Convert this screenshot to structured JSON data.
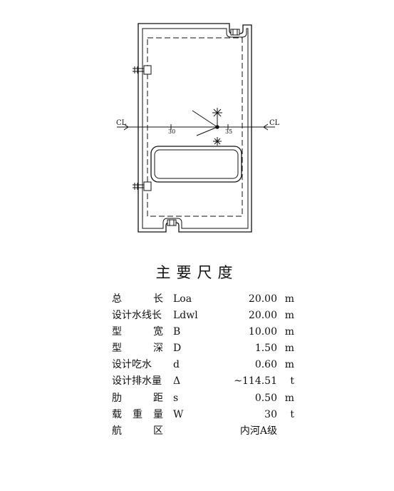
{
  "plan": {
    "cl_left": "CL",
    "cl_right": "CL",
    "station_left": "30",
    "station_right": "35"
  },
  "heading": "主要尺度",
  "specs": [
    {
      "label": "总　长",
      "symbol": "Loa",
      "value": "20.00",
      "unit": "m"
    },
    {
      "label": "设计水线长",
      "symbol": "Ldwl",
      "value": "20.00",
      "unit": "m"
    },
    {
      "label": "型　宽",
      "symbol": "B",
      "value": "10.00",
      "unit": "m"
    },
    {
      "label": "型　深",
      "symbol": "D",
      "value": "1.50",
      "unit": "m"
    },
    {
      "label": "设计吃水",
      "symbol": "d",
      "value": "0.60",
      "unit": "m"
    },
    {
      "label": "设计排水量",
      "symbol": "Δ",
      "value": "~114.51",
      "unit": "t"
    },
    {
      "label": "肋　距",
      "symbol": "s",
      "value": "0.50",
      "unit": "m"
    },
    {
      "label": "载重量",
      "symbol": "W",
      "value": "30",
      "unit": "t"
    },
    {
      "label": "航　区",
      "symbol": "",
      "value": "内河A级",
      "unit": ""
    }
  ]
}
